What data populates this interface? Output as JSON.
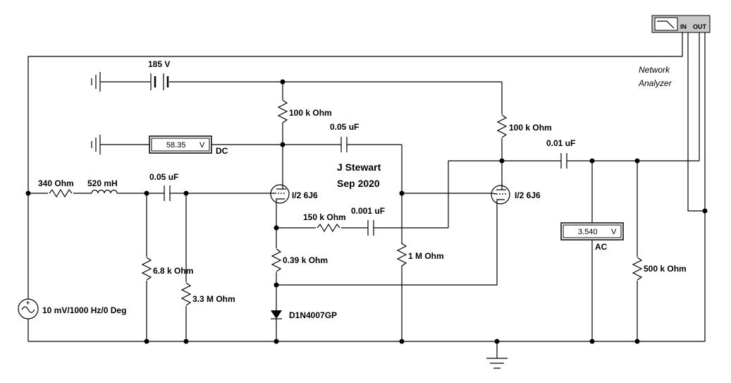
{
  "credits": {
    "author": "J Stewart",
    "date": "Sep 2020"
  },
  "labels": {
    "battery": "185 V",
    "r_plate1": "100 k Ohm",
    "r_plate2": "100 k Ohm",
    "c_couple1": "0.05 uF",
    "c_out": "0.01 uF",
    "r_source": "340  Ohm",
    "l_source": "520 mH",
    "c_in": "0.05 uF",
    "tube1": "I/2 6J6",
    "tube2": "I/2 6J6",
    "r_fb": "150 k Ohm",
    "c_fb": "0.001 uF",
    "r_cathode": "0.39 k Ohm",
    "r_grid2": "1 M Ohm",
    "r_shunt1": "6.8 k Ohm",
    "r_grid1": "3.3 M Ohm",
    "diode": "D1N4007GP",
    "source": "10 mV/1000 Hz/0 Deg",
    "r_load": "500 k Ohm"
  },
  "meters": {
    "dc": {
      "value": "58.35",
      "unit": "V",
      "mode": "DC"
    },
    "ac": {
      "value": "3.540",
      "unit": "V",
      "mode": "AC"
    }
  },
  "analyzer": {
    "name_line1": "Network",
    "name_line2": "Analyzer",
    "in_label": "IN",
    "out_label": "OUT"
  }
}
